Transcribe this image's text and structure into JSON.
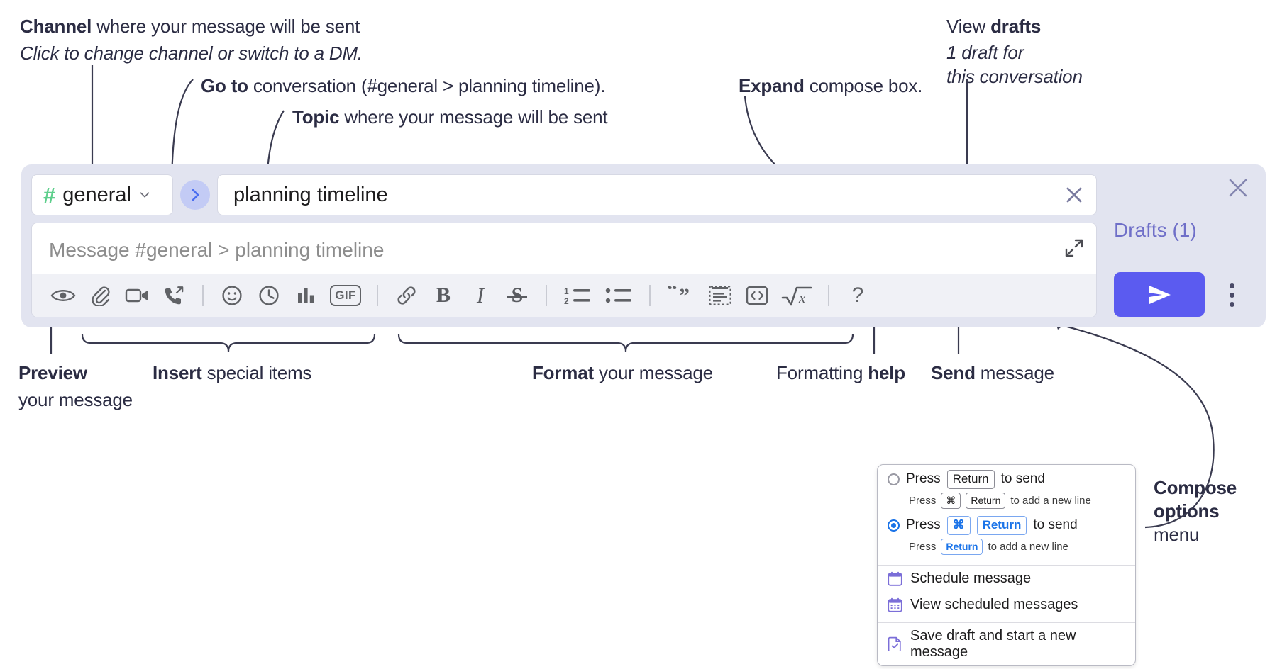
{
  "annotations": {
    "channel": {
      "bold": "Channel",
      "rest": " where your message will be sent",
      "italic": "Click to change channel or switch to a DM."
    },
    "goto": {
      "bold": "Go to",
      "rest": " conversation (#general > planning timeline)."
    },
    "topic": {
      "bold": "Topic",
      "rest": " where your message will be sent"
    },
    "expand": {
      "bold": "Expand",
      "rest": " compose box."
    },
    "drafts": {
      "lead": "View ",
      "bold": "drafts",
      "italic1": "1 draft for",
      "italic2": "this conversation"
    },
    "preview": {
      "bold": "Preview",
      "rest": "your message"
    },
    "insert": {
      "bold": "Insert",
      "rest": " special items"
    },
    "format": {
      "bold": "Format",
      "rest": " your message"
    },
    "help": {
      "lead": "Formatting ",
      "bold": "help"
    },
    "send": {
      "bold": "Send",
      "rest": " message"
    },
    "compose_options": {
      "bold1": "Compose",
      "bold2": "options",
      "rest": "menu"
    }
  },
  "compose": {
    "channel_chip": {
      "hash": "#",
      "name": "general"
    },
    "topic": {
      "value": "planning timeline"
    },
    "message": {
      "placeholder": "Message #general > planning timeline"
    },
    "toolbar": {
      "preview_label": "Preview",
      "gif_label": "GIF",
      "bold_label": "B",
      "italic_label": "I",
      "strike_label": "S",
      "help_label": "?"
    },
    "drafts_label": "Drafts (1)"
  },
  "popup": {
    "option1": {
      "pre": "Press",
      "key": "Return",
      "post": "to send",
      "sub_pre": "Press",
      "sub_key1": "⌘",
      "sub_key2": "Return",
      "sub_post": "to add a new line",
      "selected": false
    },
    "option2": {
      "pre": "Press",
      "key1": "⌘",
      "key2": "Return",
      "post": "to send",
      "sub_pre": "Press",
      "sub_key": "Return",
      "sub_post": "to add a new line",
      "selected": true
    },
    "items": [
      {
        "label": "Schedule message",
        "icon": "calendar-icon"
      },
      {
        "label": "View scheduled messages",
        "icon": "calendar-grid-icon"
      },
      {
        "label": "Save draft and start a new message",
        "icon": "document-check-icon"
      }
    ]
  },
  "colors": {
    "compose_bg": "#e2e4f0",
    "send_button": "#5b5bf0",
    "hash_green": "#5fcf8d",
    "drafts_purple": "#6f6fc8",
    "goto_circle": "#c3cbf5",
    "key_blue": "#1a73e8",
    "anno_text": "#2b2c43"
  }
}
